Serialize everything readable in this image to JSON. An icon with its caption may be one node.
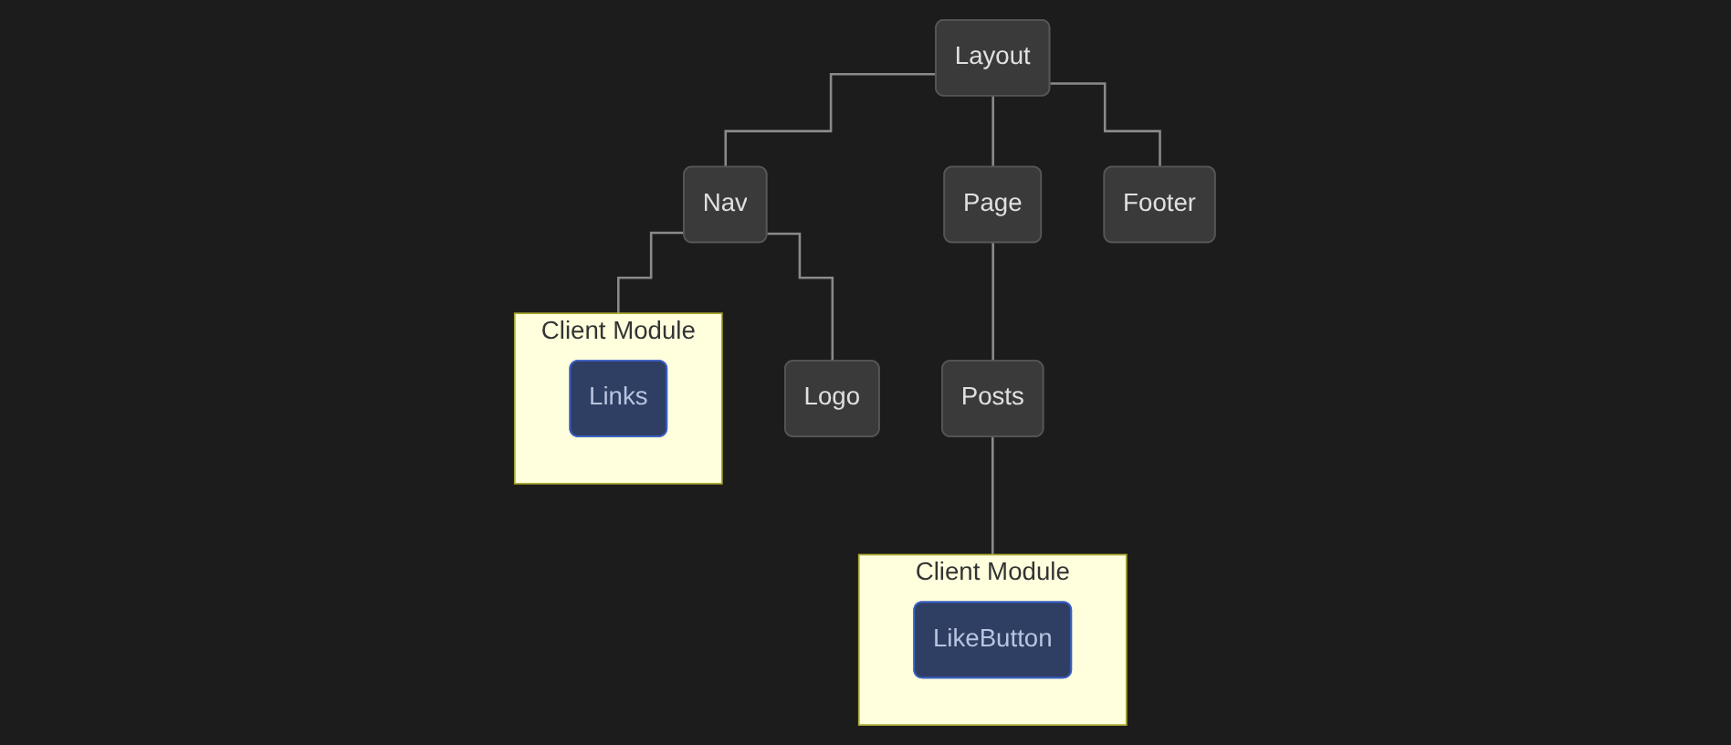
{
  "diagram": {
    "nodes": [
      {
        "text": [
          "Layout"
        ]
      },
      {
        "text": [
          "Nav"
        ]
      },
      {
        "text": [
          "Page"
        ]
      },
      {
        "text": [
          "Footer"
        ]
      },
      {
        "text": [
          "Logo"
        ]
      },
      {
        "text": [
          "Client Module"
        ]
      },
      {
        "text": [
          "Links"
        ],
        "in": 5
      },
      {
        "text": [
          "Posts"
        ]
      },
      {
        "text": [
          "Client Module"
        ]
      },
      {
        "text": [
          "LikeButton"
        ],
        "in": 8
      }
    ],
    "edges": [
      {
        "from": 0,
        "to": 1,
        "arrow": "none"
      },
      {
        "from": 0,
        "to": 2,
        "arrow": "none"
      },
      {
        "from": 0,
        "to": 3,
        "arrow": "none"
      },
      {
        "from": 1,
        "to": 4,
        "arrow": "none"
      },
      {
        "from": 1,
        "to": 5,
        "arrow": "none"
      },
      {
        "from": 2,
        "to": 7,
        "arrow": "none"
      },
      {
        "from": 7,
        "to": 8,
        "arrow": "none"
      }
    ]
  }
}
